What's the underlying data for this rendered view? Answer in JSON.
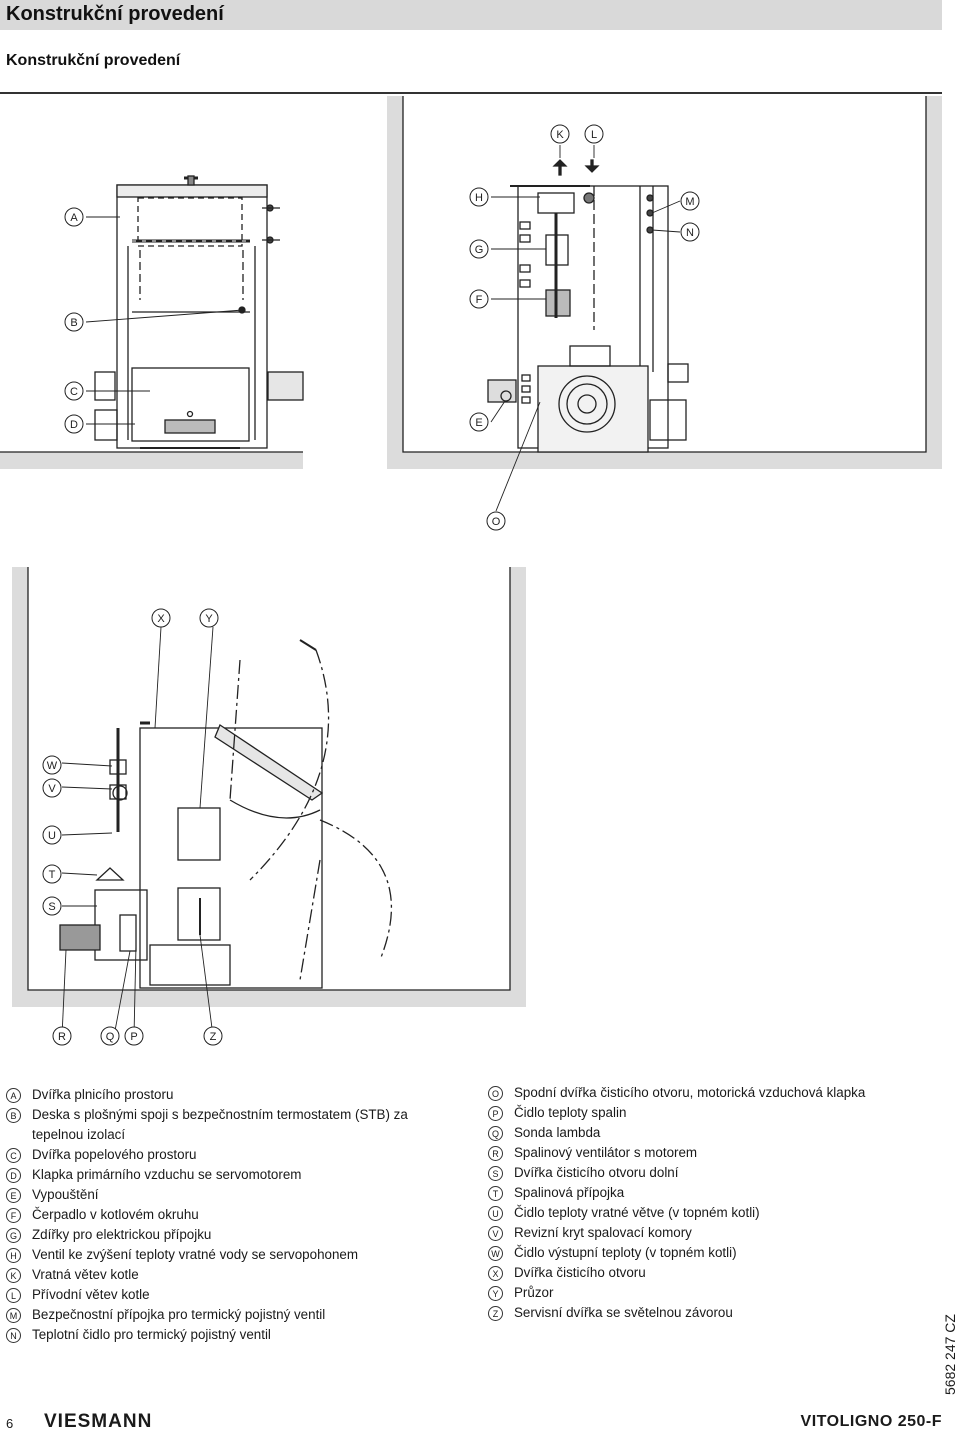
{
  "header": {
    "title": "Konstrukční provedení"
  },
  "section": {
    "title": "Konstrukční provedení"
  },
  "figure_labels": {
    "A": "A",
    "B": "B",
    "C": "C",
    "D": "D",
    "E": "E",
    "F": "F",
    "G": "G",
    "H": "H",
    "K": "K",
    "L": "L",
    "M": "M",
    "N": "N",
    "O": "O",
    "P": "P",
    "Q": "Q",
    "R": "R",
    "S": "S",
    "T": "T",
    "U": "U",
    "V": "V",
    "W": "W",
    "X": "X",
    "Y": "Y",
    "Z": "Z"
  },
  "legend_left": [
    {
      "key": "A",
      "text": "Dvířka plnicího prostoru"
    },
    {
      "key": "B",
      "text": "Deska s plošnými spoji s bezpečnostním termostatem (STB) za tepelnou izolací"
    },
    {
      "key": "C",
      "text": "Dvířka popelového prostoru"
    },
    {
      "key": "D",
      "text": "Klapka primárního vzduchu se servomotorem"
    },
    {
      "key": "E",
      "text": "Vypouštění"
    },
    {
      "key": "F",
      "text": "Čerpadlo v kotlovém okruhu"
    },
    {
      "key": "G",
      "text": "Zdířky pro elektrickou přípojku"
    },
    {
      "key": "H",
      "text": "Ventil ke zvýšení teploty vratné vody se servopohonem"
    },
    {
      "key": "K",
      "text": "Vratná větev kotle"
    },
    {
      "key": "L",
      "text": "Přívodní větev kotle"
    },
    {
      "key": "M",
      "text": "Bezpečnostní přípojka pro termický pojistný ventil"
    },
    {
      "key": "N",
      "text": "Teplotní čidlo pro termický pojistný ventil"
    }
  ],
  "legend_right": [
    {
      "key": "O",
      "text": "Spodní dvířka čisticího otvoru, motorická vzduchová klapka"
    },
    {
      "key": "P",
      "text": "Čidlo teploty spalin"
    },
    {
      "key": "Q",
      "text": "Sonda lambda"
    },
    {
      "key": "R",
      "text": "Spalinový ventilátor s motorem"
    },
    {
      "key": "S",
      "text": "Dvířka čisticího otvoru dolní"
    },
    {
      "key": "T",
      "text": "Spalinová přípojka"
    },
    {
      "key": "U",
      "text": "Čidlo teploty vratné větve (v topném kotli)"
    },
    {
      "key": "V",
      "text": "Revizní kryt spalovací komory"
    },
    {
      "key": "W",
      "text": "Čidlo výstupní teploty (v topném kotli)"
    },
    {
      "key": "X",
      "text": "Dvířka čisticího otvoru"
    },
    {
      "key": "Y",
      "text": "Průzor"
    },
    {
      "key": "Z",
      "text": "Servisní dvířka se světelnou závorou"
    }
  ],
  "footer": {
    "page": "6",
    "brand": "VIESMANN",
    "product": "VITOLIGNO 250-F",
    "docnum": "5682 247 CZ"
  }
}
